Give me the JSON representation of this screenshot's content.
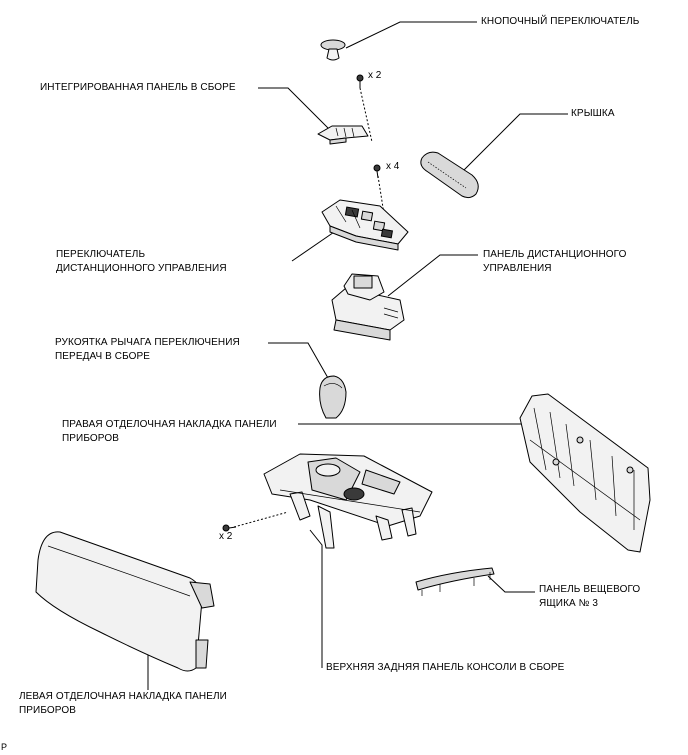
{
  "labels": {
    "knob_switch": "КНОПОЧНЫЙ ПЕРЕКЛЮЧАТЕЛЬ",
    "integrated_panel": "ИНТЕГРИРОВАННАЯ ПАНЕЛЬ В СБОРЕ",
    "cover": "КРЫШКА",
    "remote_switch": "ПЕРЕКЛЮЧАТЕЛЬ\nДИСТАНЦИОННОГО УПРАВЛЕНИЯ",
    "remote_panel": "ПАНЕЛЬ ДИСТАНЦИОННОГО\nУПРАВЛЕНИЯ",
    "shift_knob": "РУКОЯТКА РЫЧАГА ПЕРЕКЛЮЧЕНИЯ\nПЕРЕДАЧ В СБОРЕ",
    "right_trim": "ПРАВАЯ ОТДЕЛОЧНАЯ НАКЛАДКА ПАНЕЛИ\nПРИБОРОВ",
    "box_panel": "ПАНЕЛЬ ВЕЩЕВОГО\nЯЩИКА № 3",
    "console_panel": "ВЕРХНЯЯ ЗАДНЯЯ ПАНЕЛЬ КОНСОЛИ В СБОРЕ",
    "left_trim": "ЛЕВАЯ ОТДЕЛОЧНАЯ НАКЛАДКА ПАНЕЛИ\nПРИБОРОВ"
  },
  "quantities": {
    "screws_integrated_panel": "x 2",
    "screws_remote_switch": "x 4",
    "screws_console_panel": "x 2"
  },
  "footer": {
    "code": "P"
  }
}
